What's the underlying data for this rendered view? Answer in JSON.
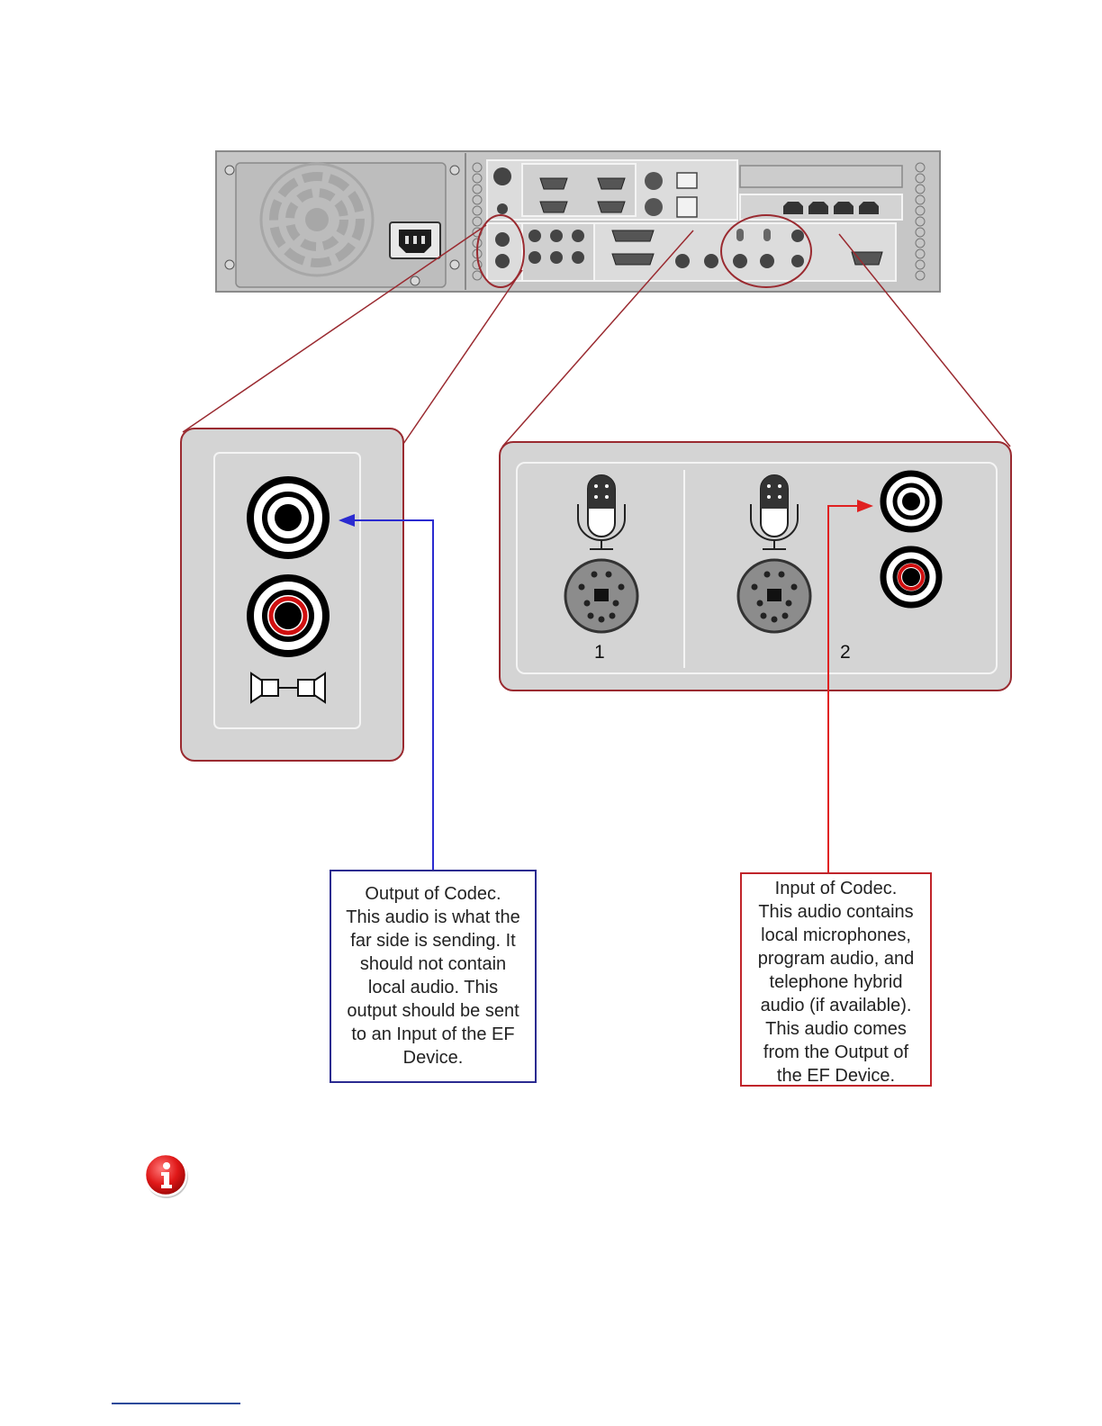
{
  "labels": {
    "mic_1": "1",
    "mic_2": "2"
  },
  "callouts": {
    "output_lines": [
      "Output of Codec.",
      "This audio is what the",
      "far side is sending.  It",
      "should not contain",
      "local audio.  This",
      "output should be sent",
      "to an Input of the EF",
      "Device."
    ],
    "input_lines": [
      "Input of Codec.",
      "This audio contains",
      "local microphones,",
      "program audio, and",
      "telephone hybrid",
      "audio (if available).",
      "This audio comes",
      "from the Output of",
      "the EF Device."
    ]
  },
  "colors": {
    "output_arrow": "#2b2bd0",
    "input_arrow": "#e02020",
    "zoom_outline": "#9a2a30",
    "panel_gray": "#d4d4d4",
    "chassis_gray": "#c6c6c6"
  },
  "icons": {
    "info": "info-icon",
    "microphone": "microphone-icon",
    "rca_jack": "rca-jack-icon",
    "mini_din": "mini-din-icon",
    "audio_line": "audio-line-icon"
  }
}
